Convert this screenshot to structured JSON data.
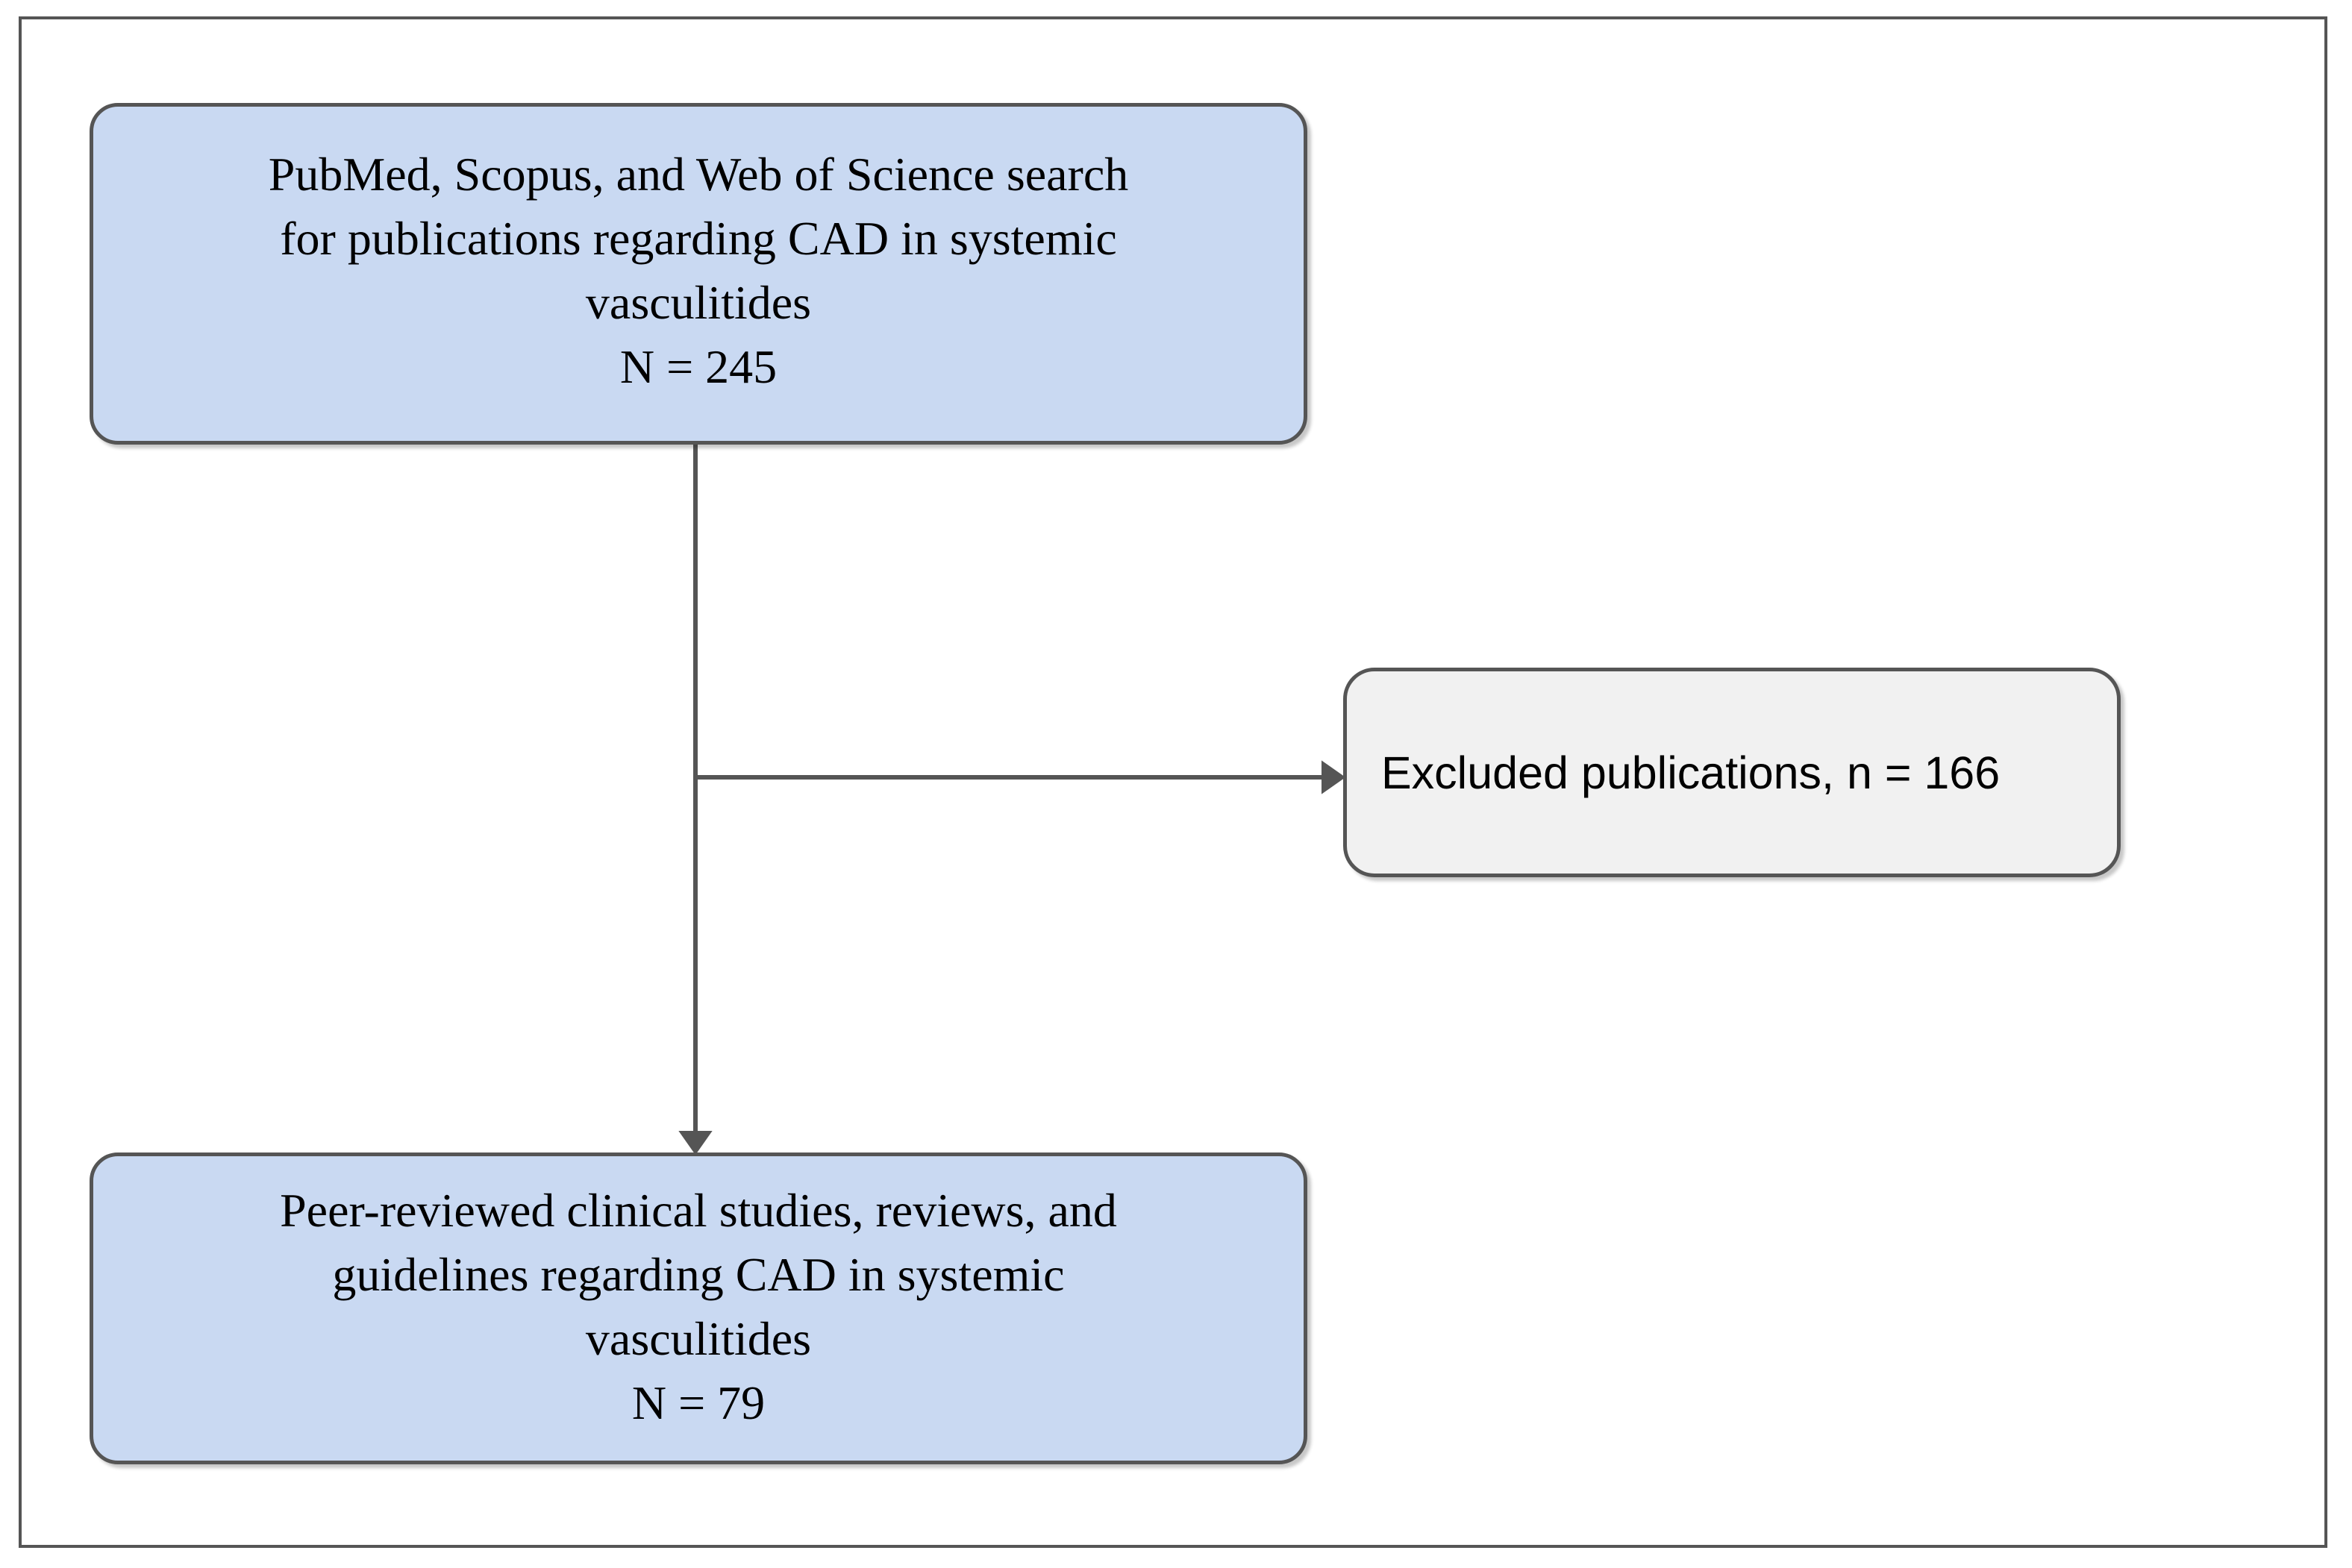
{
  "figure": {
    "type": "prisma-flow-diagram",
    "border_color": "#555555",
    "background": "#ffffff"
  },
  "nodes": {
    "search": {
      "id": "search-box",
      "text": "PubMed, Scopus, and Web of Science search\nfor publications regarding CAD in systemic\nvasculitides\nN = 245",
      "lines": [
        "PubMed, Scopus, and Web of Science search",
        "for publications regarding CAD in systemic",
        "vasculitides",
        "N = 245"
      ],
      "count_label": "N = 245",
      "count": 245,
      "fill": "#c9d9f2",
      "border": "#555555",
      "shape": "rounded-rectangle"
    },
    "excluded": {
      "id": "excluded-box",
      "text": "Excluded publications, n = 166",
      "count_label": "n = 166",
      "count": 166,
      "fill": "#f1f1f1",
      "border": "#555555",
      "shape": "rounded-rectangle"
    },
    "included": {
      "id": "included-box",
      "text": "Peer-reviewed clinical studies, reviews, and\nguidelines regarding CAD in systemic\nvasculitides\nN = 79",
      "lines": [
        "Peer-reviewed clinical studies, reviews, and",
        "guidelines regarding CAD in systemic",
        "vasculitides",
        "N = 79"
      ],
      "count_label": "N = 79",
      "count": 79,
      "fill": "#c9d9f2",
      "border": "#555555",
      "shape": "rounded-rectangle"
    }
  },
  "connectors": {
    "color": "#555555",
    "items": [
      {
        "name": "search-to-included",
        "from": "search",
        "to": "included",
        "direction": "down",
        "arrowhead": true
      },
      {
        "name": "search-to-excluded",
        "from": "search",
        "to": "excluded",
        "direction": "right",
        "arrowhead": true
      }
    ]
  }
}
